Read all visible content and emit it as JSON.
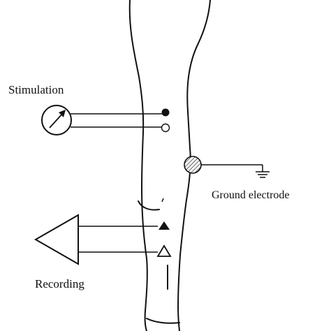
{
  "labels": {
    "stimulation": "Stimulation",
    "ground": "Ground electrode",
    "recording": "Recording"
  },
  "colors": {
    "ink": "#111111",
    "background": "#ffffff"
  },
  "symbols": {
    "stimulator": "stimulator-dial-icon",
    "stim_cathode": "filled-circle-electrode-icon",
    "stim_anode": "open-circle-electrode-icon",
    "ground_electrode": "hatched-circle-electrode-icon",
    "ground_symbol": "earth-ground-icon",
    "amplifier": "amplifier-triangle-icon",
    "active_recording": "filled-triangle-electrode-icon",
    "reference_recording": "open-triangle-electrode-icon"
  }
}
